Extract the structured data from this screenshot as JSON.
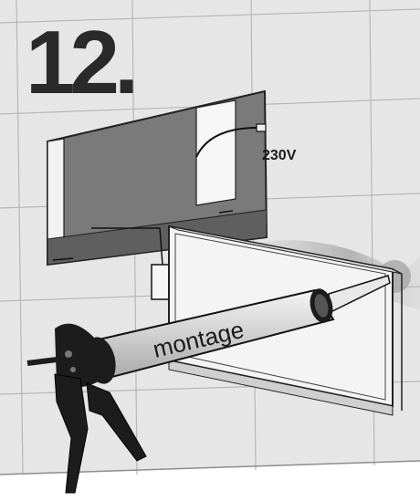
{
  "step": {
    "number": "12."
  },
  "labels": {
    "voltage": "230V",
    "cartridge": "montage"
  },
  "icons": {
    "caulking_gun": "caulking-gun-icon",
    "power_cable": "power-cable-icon",
    "recessed_box": "recessed-box-icon",
    "connector_box": "connector-box-icon"
  },
  "colors": {
    "tile_wall": "#e8e8e8",
    "tile_lines": "#bdbdbd",
    "cavity": "#7d7d7d",
    "frame": "#f2f2f2",
    "gun_body": "#1c1c1c",
    "tube": "#dcdcdc",
    "arrow_shadow": "#b9b9b9"
  }
}
